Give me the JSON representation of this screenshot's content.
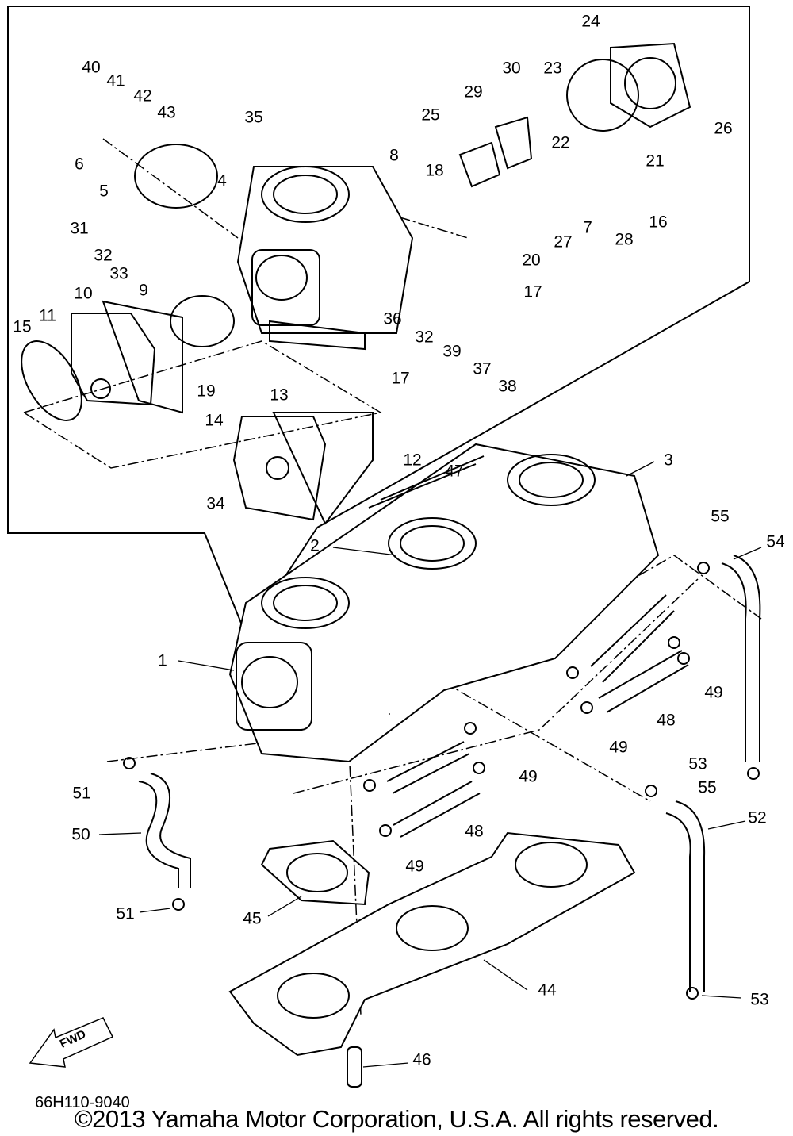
{
  "diagram": {
    "callouts": [
      "40",
      "41",
      "42",
      "43",
      "35",
      "6",
      "5",
      "4",
      "31",
      "32",
      "33",
      "10",
      "9",
      "11",
      "15",
      "19",
      "36",
      "32",
      "39",
      "37",
      "38",
      "17",
      "17",
      "20",
      "8",
      "18",
      "25",
      "29",
      "30",
      "23",
      "24",
      "26",
      "22",
      "21",
      "16",
      "7",
      "27",
      "28",
      "13",
      "14",
      "12",
      "34",
      "3",
      "47",
      "2",
      "55",
      "54",
      "1",
      "49",
      "48",
      "49",
      "53",
      "55",
      "52",
      "51",
      "50",
      "49",
      "48",
      "49",
      "51",
      "45",
      "44",
      "53",
      "46"
    ],
    "fwd_arrow_label": "FWD",
    "part_number": "66H110-9040",
    "copyright": "©2013 Yamaha Motor Corporation, U.S.A. All rights reserved."
  }
}
